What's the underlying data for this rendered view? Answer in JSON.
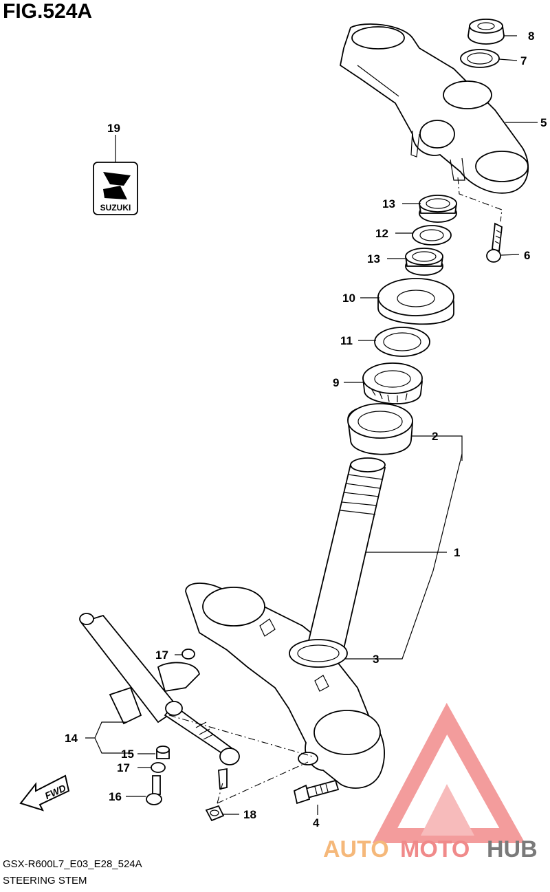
{
  "figure": {
    "title": "FIG.524A"
  },
  "footer": {
    "code": "GSX-R600L7_E03_E28_524A",
    "caption": "STEERING STEM"
  },
  "labels": {
    "p1": "1",
    "p2": "2",
    "p3": "3",
    "p4": "4",
    "p5": "5",
    "p6": "6",
    "p7": "7",
    "p8": "8",
    "p9": "9",
    "p10": "10",
    "p11": "11",
    "p12": "12",
    "p13a": "13",
    "p13b": "13",
    "p14": "14",
    "p15": "15",
    "p16": "16",
    "p17a": "17",
    "p17b": "17",
    "p18": "18",
    "p19": "19"
  },
  "emblem": {
    "text": "SUZUKI"
  },
  "fwd": {
    "text": "FWD"
  },
  "watermark": {
    "part1": "AUTO",
    "part2": "MOTO",
    "part3": "HUB",
    "colors": {
      "auto": "#f5b87a",
      "moto": "#f08a8a",
      "hub": "#7a7a7a",
      "logo": "#f28b8b"
    }
  }
}
